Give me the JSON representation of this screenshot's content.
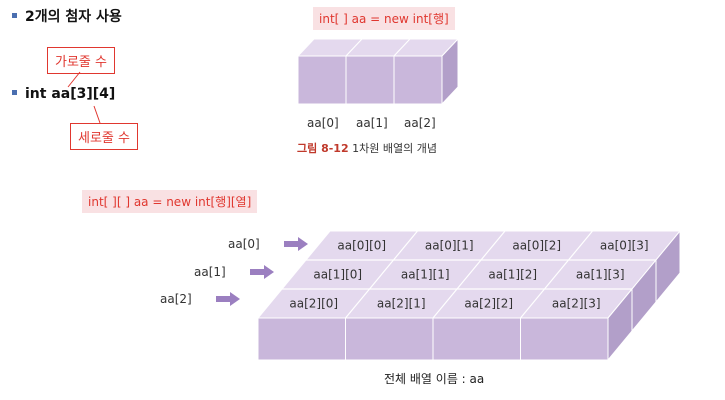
{
  "bullets": {
    "b1": "2개의 첨자 사용",
    "b2": "int aa[3][4]"
  },
  "callouts": {
    "row": "가로줄 수",
    "col": "세로줄 수"
  },
  "top_diagram": {
    "code": "int[ ] aa = new int[행]",
    "labels": [
      "aa[0]",
      "aa[1]",
      "aa[2]"
    ],
    "caption_fig": "그림 8-12",
    "caption_text": "1차원 배열의 개념"
  },
  "bottom_diagram": {
    "code": "int[ ][ ] aa = new int[행][열]",
    "row_labels": [
      "aa[0]",
      "aa[1]",
      "aa[2]"
    ],
    "cells": [
      [
        "aa[0][0]",
        "aa[0][1]",
        "aa[0][2]",
        "aa[0][3]"
      ],
      [
        "aa[1][0]",
        "aa[1][1]",
        "aa[1][2]",
        "aa[1][3]"
      ],
      [
        "aa[2][0]",
        "aa[2][1]",
        "aa[2][2]",
        "aa[2][3]"
      ]
    ],
    "caption": "전체 배열 이름 : aa"
  },
  "colors": {
    "cube_front": "#c9b7db",
    "cube_top": "#e4d9ee",
    "cube_side": "#b29fc9",
    "arrow": "#9b7fc0",
    "accent_red": "#e0372f"
  }
}
